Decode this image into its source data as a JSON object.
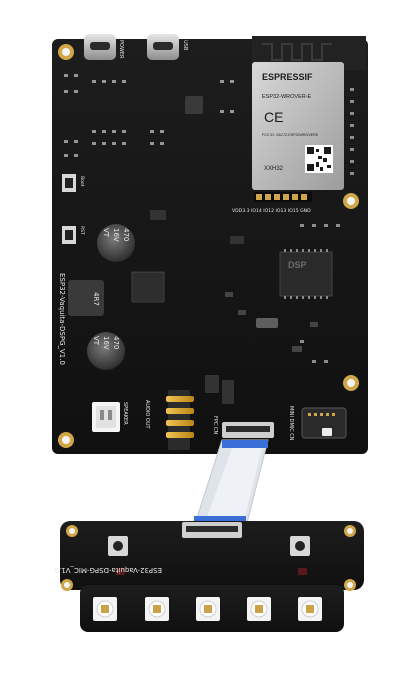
{
  "main_board": {
    "label": "ESP32-Vaquita-DSPG_V1.0",
    "connector_labels": {
      "power": "POWER",
      "usb": "USB",
      "speaker": "SPEAKER",
      "audio_out": "AUDIO OUT",
      "fpc": "FPC CN",
      "mini_dmic": "MINI DMIC CN"
    },
    "capacitor_values": [
      "470",
      "16V",
      "VT"
    ],
    "inductor_value": "4R7",
    "module": {
      "brand": "ESPRESSIF",
      "model": "ESP32-WROVER-E",
      "fcc": "FCC ID: 2AC7Z-ESP32WROVERE",
      "ce": "CE",
      "sku": "XXH32"
    },
    "pin_header_label": "VDD3.3 IO14 IO12 IO13 IO15 GND",
    "dsp_chip_label": "DSP",
    "reset_label": "RST",
    "boot_label": "Boot"
  },
  "mic_board": {
    "label": "ESP32-Vaquita-DSPG-MIC_V1.0"
  },
  "colors": {
    "pcb": "#151515",
    "silkscreen": "#e9e9e9",
    "gold_pad": "#d8b04a",
    "ffc_cable": "#dfe4ea",
    "background": "#ffffff"
  }
}
